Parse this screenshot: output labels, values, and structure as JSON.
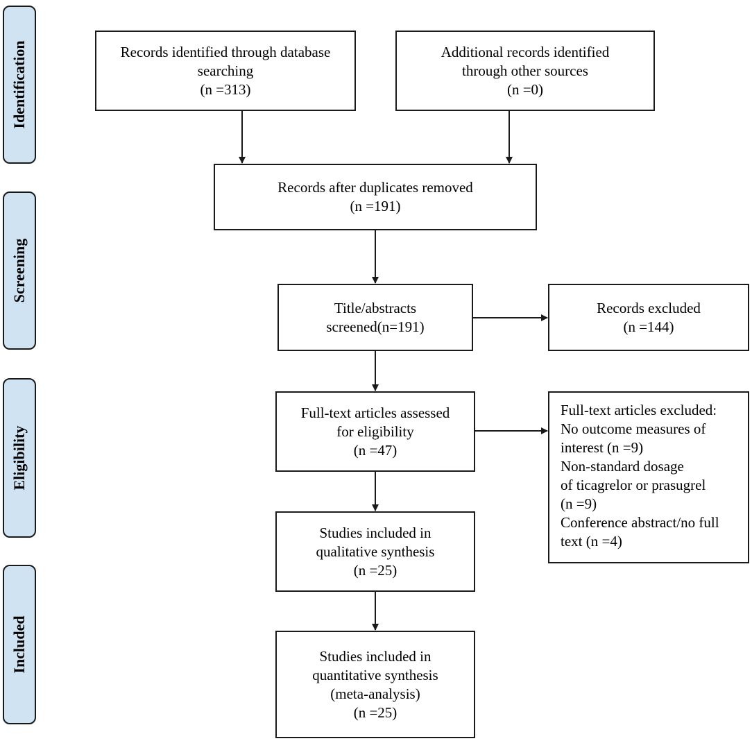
{
  "stages": {
    "identification": "Identification",
    "screening": "Screening",
    "eligibility": "Eligibility",
    "included": "Included"
  },
  "boxes": {
    "database": [
      "Records identified through database",
      "searching",
      "(n =313)"
    ],
    "other_sources": [
      "Additional records identified",
      "through other sources",
      "(n =0)"
    ],
    "duplicates_removed": [
      "Records after duplicates removed",
      "(n =191)"
    ],
    "screened": [
      "Title/abstracts",
      "screened(n=191)"
    ],
    "records_excluded": [
      "Records excluded",
      "(n =144)"
    ],
    "fulltext_assessed": [
      "Full-text articles assessed",
      "for eligibility",
      "(n =47)"
    ],
    "fulltext_excluded": [
      "Full-text articles excluded:",
      "No outcome measures of",
      "interest (n =9)",
      "Non-standard dosage",
      "of ticagrelor or prasugrel",
      "(n =9)",
      "Conference abstract/no full",
      "text (n =4)"
    ],
    "qualitative": [
      "Studies included in",
      "qualitative synthesis",
      "(n =25)"
    ],
    "quantitative": [
      "Studies included in",
      "quantitative synthesis",
      "(meta-analysis)",
      "(n =25)"
    ]
  },
  "colors": {
    "stage_fill": "#cfe3f3",
    "stroke": "#1a1a1a"
  }
}
